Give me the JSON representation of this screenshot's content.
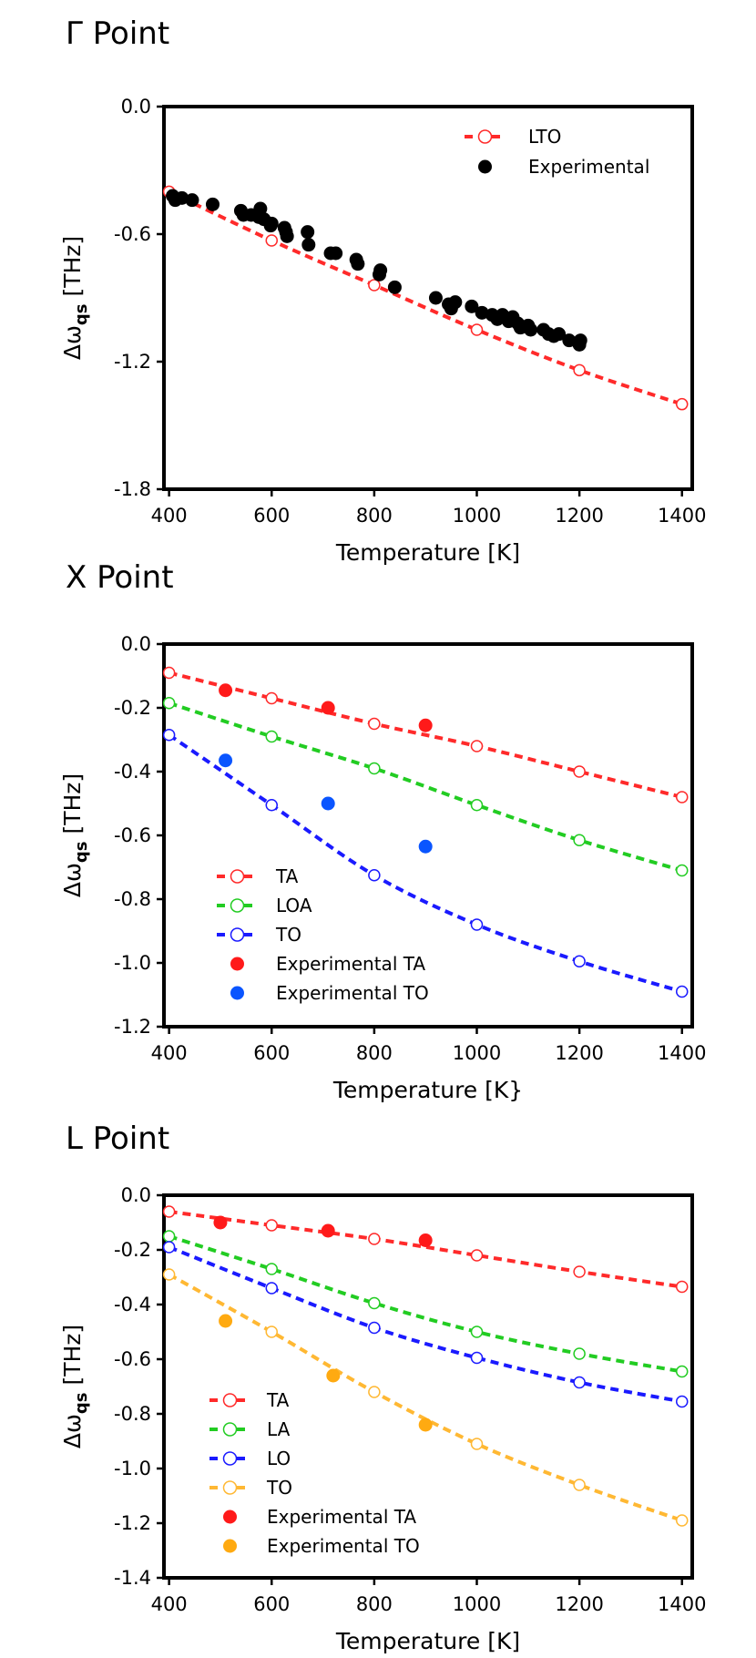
{
  "chart_data": [
    {
      "type": "scatter",
      "title": "Γ Point",
      "xlabel": "Temperature [K]",
      "ylabel_main": "Δω",
      "ylabel_sub": "qs",
      "ylabel_unit": " [THz]",
      "xlim": [
        390,
        1420
      ],
      "ylim": [
        -1.8,
        0.0
      ],
      "xticks": [
        400,
        600,
        800,
        1000,
        1200,
        1400
      ],
      "yticks": [
        0.0,
        -0.6,
        -1.2,
        -1.8
      ],
      "ytick_labels": [
        "0.0",
        "-0.6",
        "-1.2",
        "-1.8"
      ],
      "legend": "top-right",
      "series": [
        {
          "name": "LTO",
          "kind": "model",
          "color": "#ff2a2a",
          "x": [
            400,
            600,
            800,
            1000,
            1200,
            1400
          ],
          "y": [
            -0.4,
            -0.63,
            -0.84,
            -1.05,
            -1.24,
            -1.4
          ]
        },
        {
          "name": "Experimental",
          "kind": "experiment",
          "color": "#000000",
          "x": [
            407,
            412,
            425,
            445,
            485,
            540,
            545,
            560,
            575,
            578,
            585,
            598,
            600,
            625,
            628,
            630,
            670,
            672,
            715,
            725,
            765,
            768,
            810,
            812,
            840,
            920,
            945,
            950,
            958,
            990,
            1010,
            1030,
            1040,
            1050,
            1062,
            1070,
            1080,
            1085,
            1100,
            1105,
            1130,
            1140,
            1150,
            1160,
            1180,
            1200,
            1202
          ],
          "y": [
            -0.42,
            -0.44,
            -0.43,
            -0.44,
            -0.46,
            -0.49,
            -0.51,
            -0.51,
            -0.52,
            -0.48,
            -0.53,
            -0.56,
            -0.55,
            -0.57,
            -0.59,
            -0.61,
            -0.59,
            -0.65,
            -0.69,
            -0.69,
            -0.72,
            -0.74,
            -0.79,
            -0.77,
            -0.85,
            -0.9,
            -0.93,
            -0.95,
            -0.92,
            -0.94,
            -0.97,
            -0.98,
            -1.0,
            -0.98,
            -1.01,
            -0.99,
            -1.02,
            -1.04,
            -1.03,
            -1.05,
            -1.05,
            -1.07,
            -1.08,
            -1.07,
            -1.1,
            -1.12,
            -1.1
          ]
        }
      ]
    },
    {
      "type": "scatter",
      "title": "X Point",
      "xlabel": "Temperature [K}",
      "ylabel_main": "Δω",
      "ylabel_sub": "qs",
      "ylabel_unit": " [THz]",
      "xlim": [
        390,
        1420
      ],
      "ylim": [
        -1.2,
        0.0
      ],
      "xticks": [
        400,
        600,
        800,
        1000,
        1200,
        1400
      ],
      "yticks": [
        0.0,
        -0.2,
        -0.4,
        -0.6,
        -0.8,
        -1.0,
        -1.2
      ],
      "ytick_labels": [
        "0.0",
        "-0.2",
        "-0.4",
        "-0.6",
        "-0.8",
        "-1.0",
        "-1.2"
      ],
      "legend": "bottom-left",
      "series": [
        {
          "name": "TA",
          "kind": "model",
          "color": "#ff2a2a",
          "x": [
            400,
            600,
            800,
            1000,
            1200,
            1400
          ],
          "y": [
            -0.09,
            -0.17,
            -0.25,
            -0.32,
            -0.4,
            -0.48
          ]
        },
        {
          "name": "LOA",
          "kind": "model",
          "color": "#22cc22",
          "x": [
            400,
            600,
            800,
            1000,
            1200,
            1400
          ],
          "y": [
            -0.185,
            -0.29,
            -0.39,
            -0.505,
            -0.615,
            -0.71
          ]
        },
        {
          "name": "TO",
          "kind": "model",
          "color": "#1a1aff",
          "x": [
            400,
            600,
            800,
            1000,
            1200,
            1400
          ],
          "y": [
            -0.285,
            -0.505,
            -0.725,
            -0.88,
            -0.995,
            -1.09
          ]
        },
        {
          "name": "Experimental TA",
          "kind": "experiment",
          "color": "#ff1a1a",
          "x": [
            510,
            710,
            900
          ],
          "y": [
            -0.145,
            -0.2,
            -0.255
          ]
        },
        {
          "name": "Experimental TO",
          "kind": "experiment",
          "color": "#0a55ff",
          "x": [
            510,
            710,
            900
          ],
          "y": [
            -0.365,
            -0.5,
            -0.635
          ]
        }
      ]
    },
    {
      "type": "scatter",
      "title": "L Point",
      "xlabel": "Temperature [K]",
      "ylabel_main": "Δω",
      "ylabel_sub": "qs",
      "ylabel_unit": " [THz]",
      "xlim": [
        390,
        1420
      ],
      "ylim": [
        -1.4,
        0.0
      ],
      "xticks": [
        400,
        600,
        800,
        1000,
        1200,
        1400
      ],
      "yticks": [
        0.0,
        -0.2,
        -0.4,
        -0.6,
        -0.8,
        -1.0,
        -1.2,
        -1.4
      ],
      "ytick_labels": [
        "0.0",
        "-0.2",
        "-0.4",
        "-0.6",
        "-0.8",
        "-1.0",
        "-1.2",
        "-1.4"
      ],
      "legend": "bottom-left",
      "series": [
        {
          "name": "TA",
          "kind": "model",
          "color": "#ff2a2a",
          "x": [
            400,
            600,
            800,
            1000,
            1200,
            1400
          ],
          "y": [
            -0.06,
            -0.11,
            -0.16,
            -0.22,
            -0.28,
            -0.335
          ]
        },
        {
          "name": "LA",
          "kind": "model",
          "color": "#22cc22",
          "x": [
            400,
            600,
            800,
            1000,
            1200,
            1400
          ],
          "y": [
            -0.15,
            -0.27,
            -0.395,
            -0.5,
            -0.58,
            -0.645
          ]
        },
        {
          "name": "LO",
          "kind": "model",
          "color": "#1a1aff",
          "x": [
            400,
            600,
            800,
            1000,
            1200,
            1400
          ],
          "y": [
            -0.19,
            -0.34,
            -0.485,
            -0.595,
            -0.685,
            -0.755
          ]
        },
        {
          "name": "TO",
          "kind": "model",
          "color": "#ffb833",
          "x": [
            400,
            600,
            800,
            1000,
            1200,
            1400
          ],
          "y": [
            -0.29,
            -0.5,
            -0.72,
            -0.91,
            -1.06,
            -1.19
          ]
        },
        {
          "name": "Experimental TA",
          "kind": "experiment",
          "color": "#ff1a1a",
          "x": [
            500,
            710,
            900
          ],
          "y": [
            -0.1,
            -0.13,
            -0.165
          ]
        },
        {
          "name": "Experimental TO",
          "kind": "experiment",
          "color": "#ffaa11",
          "x": [
            510,
            720,
            900
          ],
          "y": [
            -0.46,
            -0.66,
            -0.84
          ]
        }
      ]
    }
  ]
}
